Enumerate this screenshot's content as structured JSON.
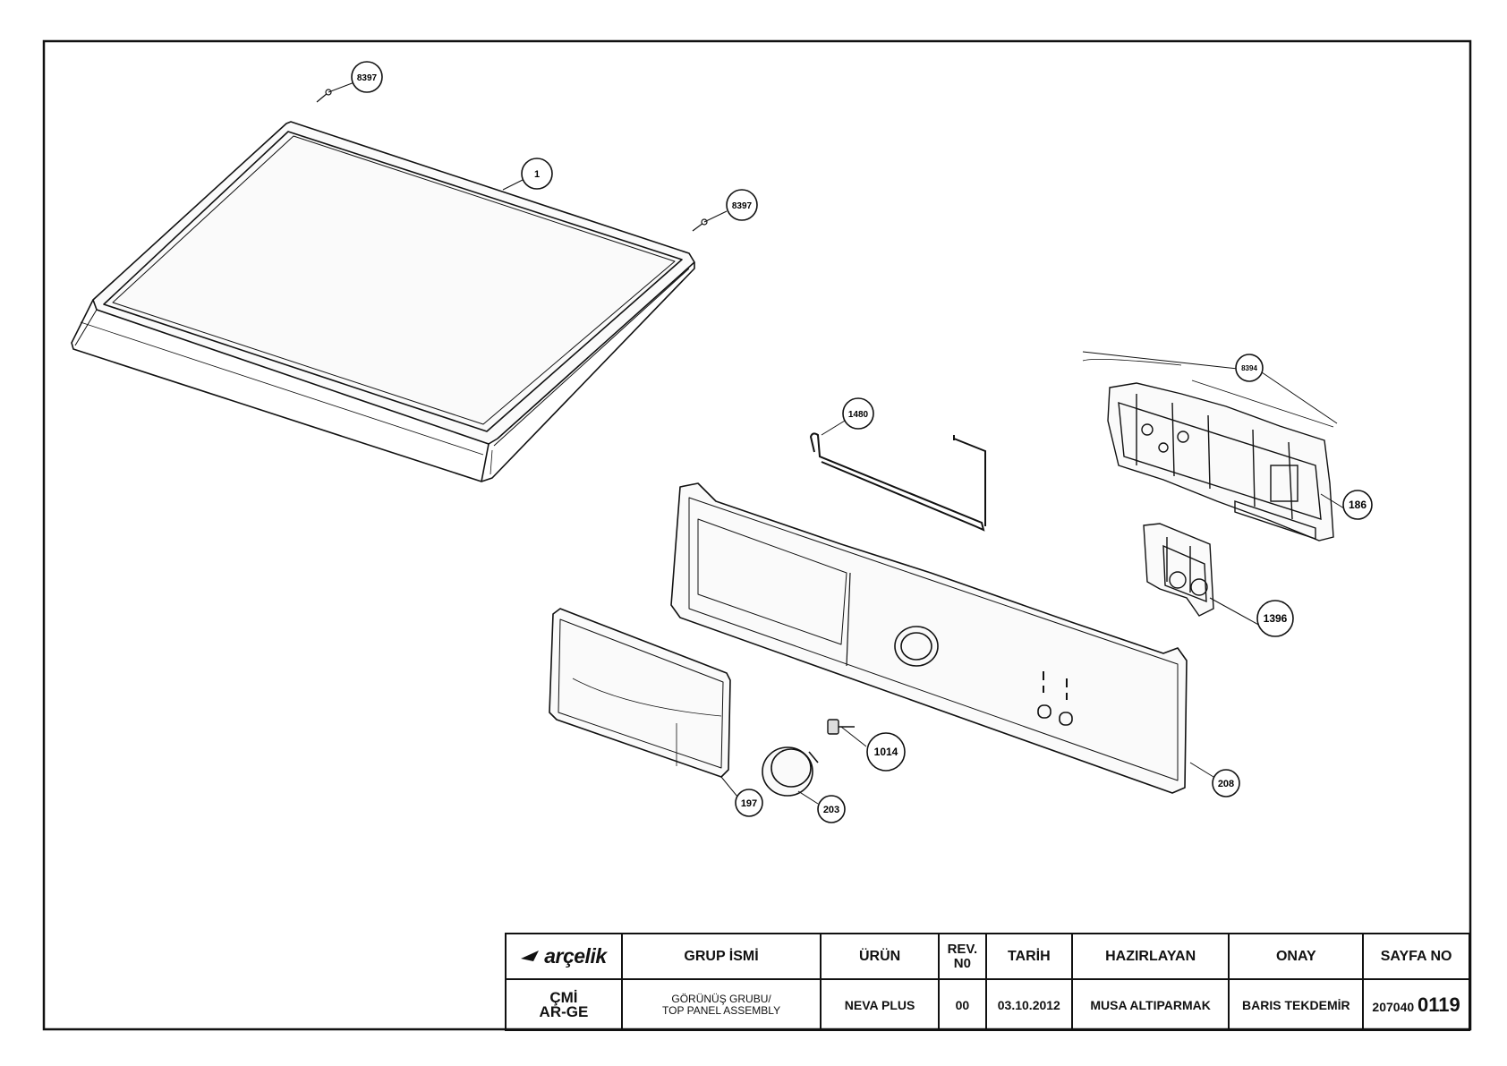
{
  "callouts": [
    "8397",
    "1",
    "8397",
    "1480",
    "8394",
    "186",
    "1396",
    "208",
    "1014",
    "197",
    "203"
  ],
  "title_block": {
    "logo_text": "arçelik",
    "headers": {
      "grup_ismi": "GRUP İSMİ",
      "urun": "ÜRÜN",
      "rev_no_line1": "REV.",
      "rev_no_line2": "N0",
      "tarih": "TARİH",
      "hazirlayan": "HAZIRLAYAN",
      "onay": "ONAY",
      "sayfa_no": "SAYFA NO"
    },
    "values": {
      "dept_line1": "ÇMİ",
      "dept_line2": "AR-GE",
      "group_line1": "GÖRÜNÜŞ GRUBU/",
      "group_line2": "TOP PANEL ASSEMBLY",
      "urun": "NEVA PLUS",
      "rev_no": "00",
      "tarih": "03.10.2012",
      "hazirlayan": "MUSA ALTIPARMAK",
      "onay": "BARIS TEKDEMİR",
      "sayfa_prefix": "207040",
      "sayfa_suffix": "0119"
    }
  }
}
